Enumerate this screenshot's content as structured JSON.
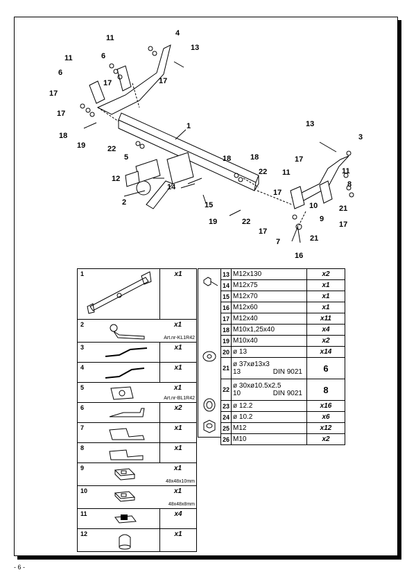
{
  "page_number": "- 6 -",
  "callouts": {
    "c1": "1",
    "c2": "2",
    "c3": "3",
    "c4": "4",
    "c5": "5",
    "c6a": "6",
    "c6b": "6",
    "c7": "7",
    "c8": "8",
    "c9": "9",
    "c10": "10",
    "c11a": "11",
    "c11b": "11",
    "c11c": "11",
    "c11d": "11",
    "c12": "12",
    "c13a": "13",
    "c13b": "13",
    "c14": "14",
    "c15": "15",
    "c16": "16",
    "c17a": "17",
    "c17b": "17",
    "c17c": "17",
    "c17d": "17",
    "c17e": "17",
    "c17f": "17",
    "c17g": "17",
    "c18a": "18",
    "c18b": "18",
    "c18c": "18",
    "c19a": "19",
    "c19b": "19",
    "c21a": "21",
    "c21b": "21",
    "c22a": "22",
    "c22b": "22",
    "c22c": "22"
  },
  "parts_left": [
    {
      "num": "1",
      "qty": "x1",
      "extra": ""
    },
    {
      "num": "2",
      "qty": "x1",
      "extra": "Art.nr-KL1R42"
    },
    {
      "num": "3",
      "qty": "x1",
      "extra": ""
    },
    {
      "num": "4",
      "qty": "x1",
      "extra": ""
    },
    {
      "num": "5",
      "qty": "x1",
      "extra": "Art.nr-BL1R42"
    },
    {
      "num": "6",
      "qty": "x2",
      "extra": ""
    },
    {
      "num": "7",
      "qty": "x1",
      "extra": ""
    },
    {
      "num": "8",
      "qty": "x1",
      "extra": ""
    },
    {
      "num": "9",
      "qty": "x1",
      "extra": "48x48x10mm"
    },
    {
      "num": "10",
      "qty": "x1",
      "extra": "48x48x8mm"
    },
    {
      "num": "11",
      "qty": "x4",
      "extra": ""
    },
    {
      "num": "12",
      "qty": "x1",
      "extra": ""
    }
  ],
  "parts_right": [
    {
      "num": "13",
      "desc": "M12x130",
      "qty": "x2"
    },
    {
      "num": "14",
      "desc": "M12x75",
      "qty": "x1"
    },
    {
      "num": "15",
      "desc": "M12x70",
      "qty": "x1"
    },
    {
      "num": "16",
      "desc": "M12x60",
      "qty": "x1"
    },
    {
      "num": "17",
      "desc": "M12x40",
      "qty": "x11"
    },
    {
      "num": "18",
      "desc": "M10x1,25x40",
      "qty": "x4"
    },
    {
      "num": "19",
      "desc": "M10x40",
      "qty": "x2"
    },
    {
      "num": "20",
      "desc": "ø 13",
      "qty": "x14"
    },
    {
      "num": "21",
      "desc": "ø 37xø13x3",
      "desc2a": "13",
      "desc2b": "DIN 9021",
      "qty": "6"
    },
    {
      "num": "22",
      "desc": "ø 30xø10.5x2.5",
      "desc2a": "10",
      "desc2b": "DIN 9021",
      "qty": "8"
    },
    {
      "num": "23",
      "desc": "ø 12.2",
      "qty": "x16"
    },
    {
      "num": "24",
      "desc": "ø 10.2",
      "qty": "x6"
    },
    {
      "num": "25",
      "desc": "M12",
      "qty": "x12"
    },
    {
      "num": "26",
      "desc": "M10",
      "qty": "x2"
    }
  ]
}
